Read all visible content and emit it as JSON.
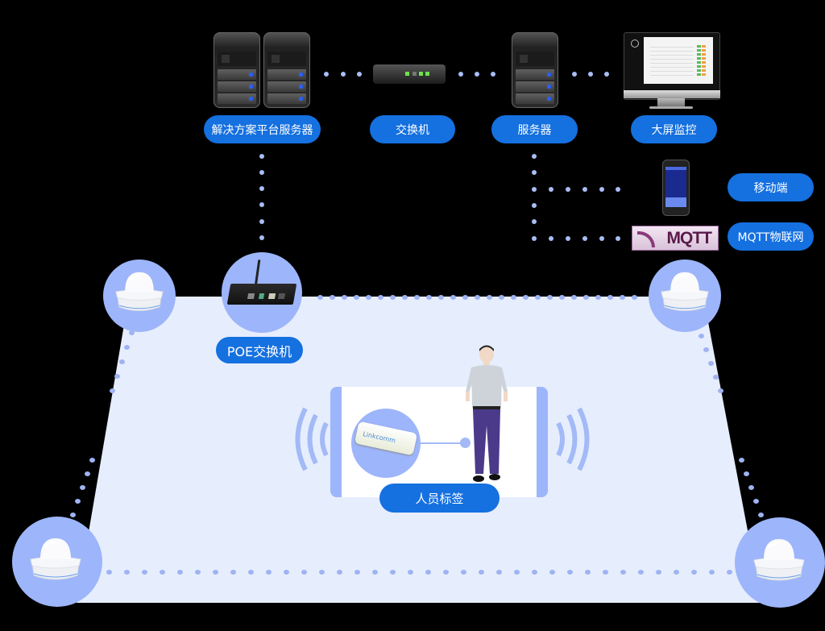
{
  "diagram": {
    "top_row": {
      "nodes": [
        {
          "id": "solution-platform-server",
          "label": "解决方案平台服务器",
          "icon": "dual-rack-server-icon"
        },
        {
          "id": "switch",
          "label": "交换机",
          "icon": "network-switch-icon"
        },
        {
          "id": "server",
          "label": "服务器",
          "icon": "rack-server-icon"
        },
        {
          "id": "big-screen-monitor",
          "label": "大屏监控",
          "icon": "monitor-dashboard-icon"
        }
      ]
    },
    "side_nodes": [
      {
        "id": "mobile",
        "label": "移动端",
        "icon": "smartphone-icon"
      },
      {
        "id": "mqtt",
        "label": "MQTT物联网",
        "icon": "mqtt-logo-icon",
        "logo_text": "MQTT"
      }
    ],
    "floor": {
      "poe_switch": {
        "label": "POE交换机",
        "icon": "poe-switch-router-icon"
      },
      "personnel_tag": {
        "label": "人员标签",
        "icon": "badge-tag-icon",
        "tag_brand": "Linkcomm"
      },
      "anchors": [
        {
          "position": "top-left",
          "icon": "uwb-anchor-dome-icon"
        },
        {
          "position": "top-right",
          "icon": "uwb-anchor-dome-icon"
        },
        {
          "position": "bottom-left",
          "icon": "uwb-anchor-dome-icon"
        },
        {
          "position": "bottom-right",
          "icon": "uwb-anchor-dome-icon"
        }
      ],
      "person": {
        "icon": "security-guard-figure-icon"
      }
    },
    "colors": {
      "background": "#000000",
      "pill": "#1570e0",
      "floor": "#e6edfd",
      "anchor_circle": "#9db5fa",
      "connector_dots": "#a9bdf5"
    }
  }
}
